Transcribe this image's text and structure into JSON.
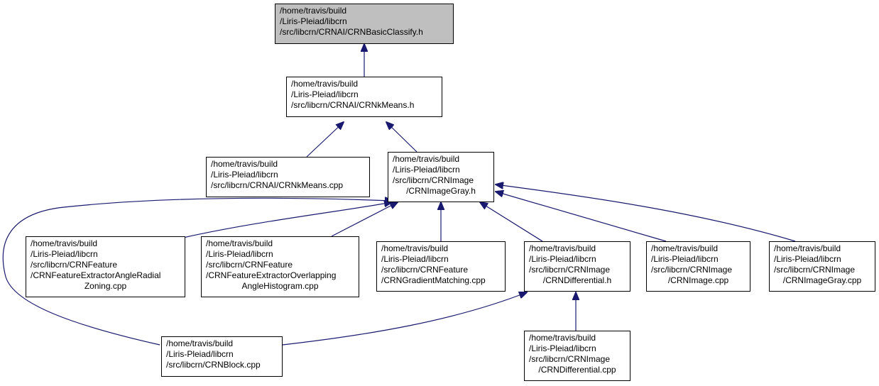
{
  "colors": {
    "edge": "#191970",
    "root_fill": "#bfbfbf",
    "node_fill": "#ffffff",
    "border": "#000000"
  },
  "nodes": {
    "basic_classify": [
      "/home/travis/build",
      "/Liris-Pleiad/libcrn",
      "/src/libcrn/CRNAI/CRNBasicClassify.h"
    ],
    "kmeans_h": [
      "/home/travis/build",
      "/Liris-Pleiad/libcrn",
      "/src/libcrn/CRNAI/CRNkMeans.h"
    ],
    "kmeans_cpp": [
      "/home/travis/build",
      "/Liris-Pleiad/libcrn",
      "/src/libcrn/CRNAI/CRNkMeans.cpp"
    ],
    "image_gray_h": [
      "/home/travis/build",
      "/Liris-Pleiad/libcrn",
      "/src/libcrn/CRNImage",
      "/CRNImageGray.h"
    ],
    "angle_radial": [
      "/home/travis/build",
      "/Liris-Pleiad/libcrn",
      "/src/libcrn/CRNFeature",
      "/CRNFeatureExtractorAngleRadial",
      "Zoning.cpp"
    ],
    "overlapping": [
      "/home/travis/build",
      "/Liris-Pleiad/libcrn",
      "/src/libcrn/CRNFeature",
      "/CRNFeatureExtractorOverlapping",
      "AngleHistogram.cpp"
    ],
    "gradient": [
      "/home/travis/build",
      "/Liris-Pleiad/libcrn",
      "/src/libcrn/CRNFeature",
      "/CRNGradientMatching.cpp"
    ],
    "differential_h": [
      "/home/travis/build",
      "/Liris-Pleiad/libcrn",
      "/src/libcrn/CRNImage",
      "/CRNDifferential.h"
    ],
    "image_cpp": [
      "/home/travis/build",
      "/Liris-Pleiad/libcrn",
      "/src/libcrn/CRNImage",
      "/CRNImage.cpp"
    ],
    "image_gray_cpp": [
      "/home/travis/build",
      "/Liris-Pleiad/libcrn",
      "/src/libcrn/CRNImage",
      "/CRNImageGray.cpp"
    ],
    "block_cpp": [
      "/home/travis/build",
      "/Liris-Pleiad/libcrn",
      "/src/libcrn/CRNBlock.cpp"
    ],
    "differential_cpp": [
      "/home/travis/build",
      "/Liris-Pleiad/libcrn",
      "/src/libcrn/CRNImage",
      "/CRNDifferential.cpp"
    ]
  }
}
